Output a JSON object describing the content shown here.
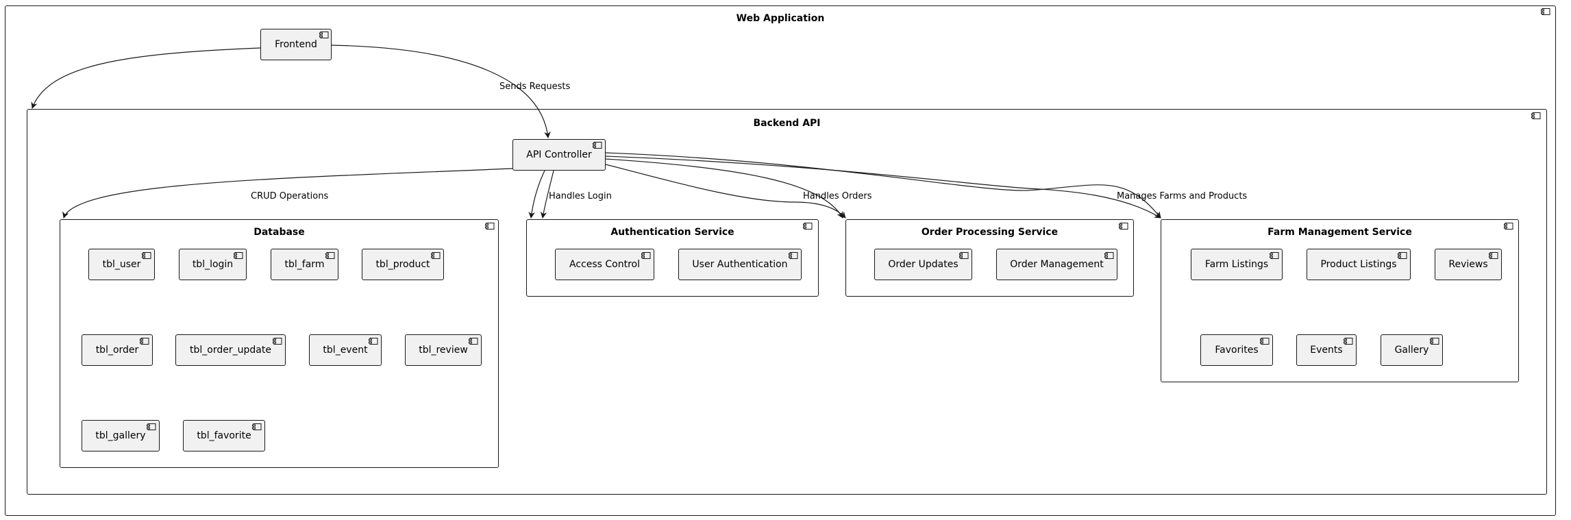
{
  "web_app": {
    "title": "Web Application"
  },
  "frontend": {
    "label": "Frontend"
  },
  "backend": {
    "title": "Backend API"
  },
  "api_controller": {
    "label": "API Controller"
  },
  "database": {
    "title": "Database",
    "tables": [
      "tbl_user",
      "tbl_login",
      "tbl_farm",
      "tbl_product",
      "tbl_order",
      "tbl_order_update",
      "tbl_event",
      "tbl_review",
      "tbl_gallery",
      "tbl_favorite"
    ]
  },
  "auth_service": {
    "title": "Authentication Service",
    "components": [
      "Access Control",
      "User Authentication"
    ]
  },
  "order_service": {
    "title": "Order Processing Service",
    "components": [
      "Order Updates",
      "Order Management"
    ]
  },
  "farm_service": {
    "title": "Farm Management Service",
    "components": [
      "Farm Listings",
      "Product Listings",
      "Reviews",
      "Favorites",
      "Events",
      "Gallery"
    ]
  },
  "edges": {
    "sends_requests": "Sends Requests",
    "crud_operations": "CRUD Operations",
    "handles_login": "Handles Login",
    "handles_orders": "Handles Orders",
    "manages_farms": "Manages Farms and Products"
  }
}
